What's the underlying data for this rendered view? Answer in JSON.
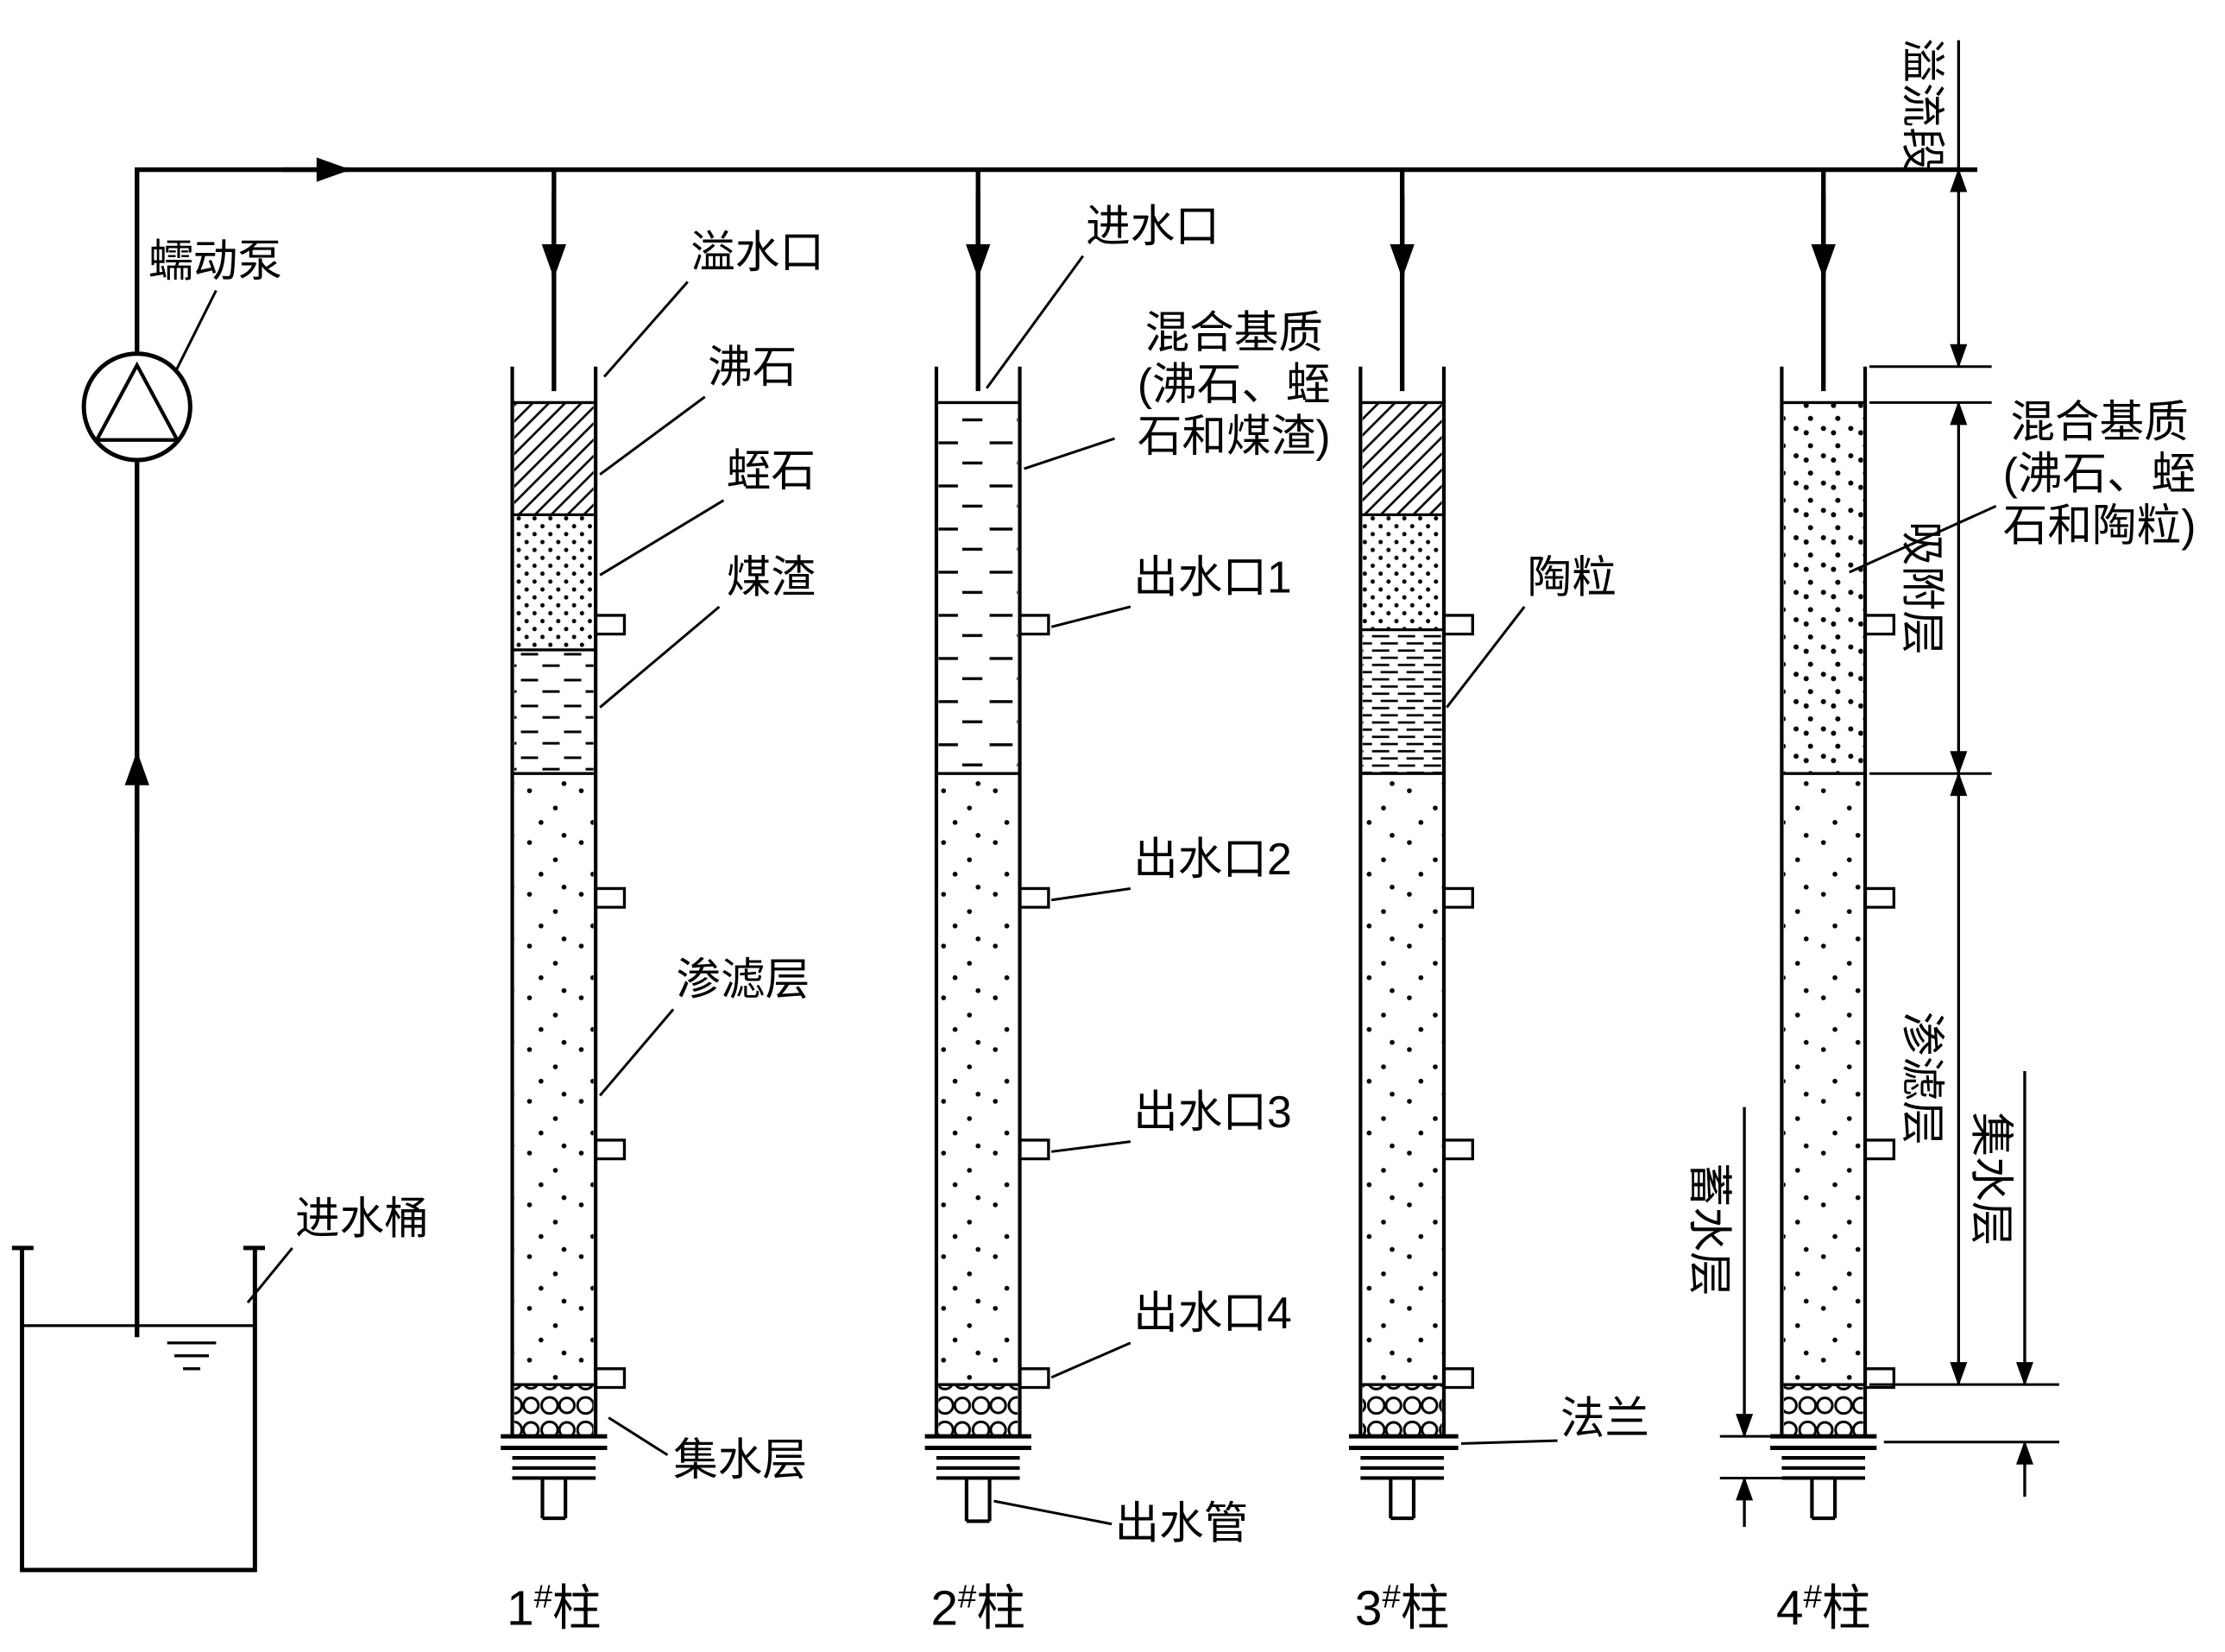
{
  "figure": {
    "colors": {
      "ink": "#000000",
      "background": "#ffffff"
    },
    "pump_label": "蠕动泵",
    "bucket_label": "进水桶",
    "col1": {
      "overflow_port": "溢水口",
      "zeolite": "沸石",
      "vermiculite": "蛭石",
      "cinder": "煤渣",
      "percolation_layer": "渗滤层",
      "collecting_layer": "集水层",
      "caption": {
        "num": "1",
        "sup": "#",
        "word": "柱"
      }
    },
    "col2": {
      "inlet": "进水口",
      "substrate_line1": "混合基质",
      "substrate_line2": "(沸石、蛭",
      "substrate_line3": "石和煤渣)",
      "outlet1": "出水口1",
      "outlet2": "出水口2",
      "outlet3": "出水口3",
      "outlet4": "出水口4",
      "outlet_pipe": "出水管",
      "caption": {
        "num": "2",
        "sup": "#",
        "word": "柱"
      }
    },
    "col3": {
      "ceramsite": "陶粒",
      "flange": "法兰",
      "caption": {
        "num": "3",
        "sup": "#",
        "word": "柱"
      }
    },
    "col4": {
      "substrate_line1": "混合基质",
      "substrate_line2": "(沸石、蛭",
      "substrate_line3": "石和陶粒)",
      "caption": {
        "num": "4",
        "sup": "#",
        "word": "柱"
      }
    },
    "dims": {
      "overflow_section": "溢流段",
      "adsorption_layer": "吸附层",
      "percolation_layer": "渗滤层",
      "collecting_layer": "集水层",
      "storage_layer": "蓄水层"
    }
  }
}
